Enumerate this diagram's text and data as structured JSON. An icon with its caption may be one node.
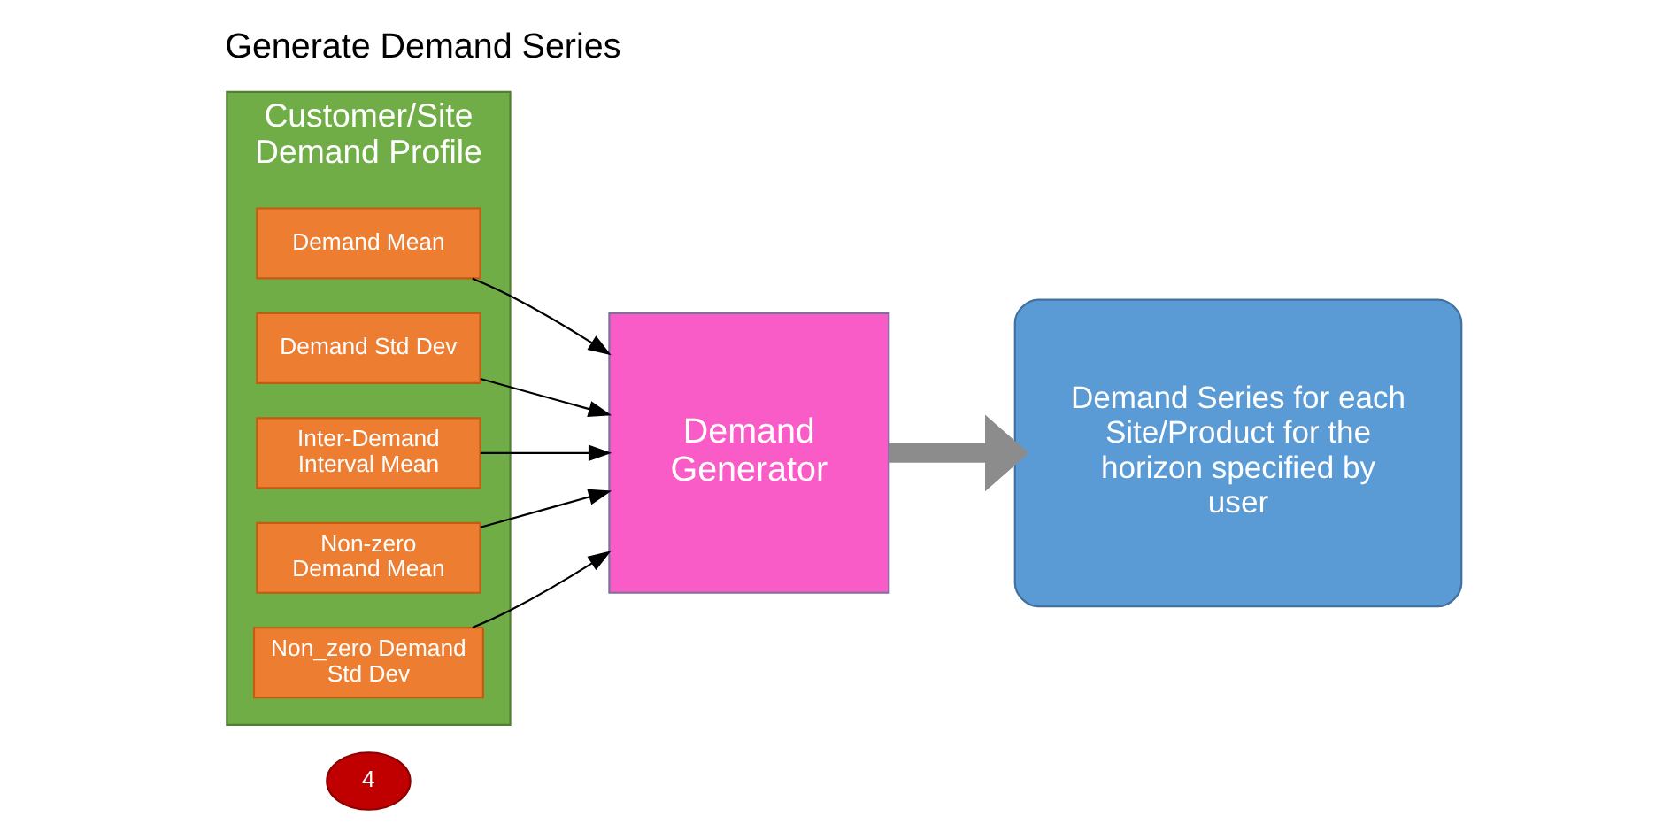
{
  "diagram": {
    "title": "Generate Demand Series",
    "nodes": [
      {
        "text": [
          "4"
        ]
      },
      {
        "text": [
          "Customer/Site Demand Profile"
        ]
      },
      {
        "text": [
          "Demand Mean"
        ],
        "in": 1
      },
      {
        "text": [
          "Demand Std Dev"
        ],
        "in": 1
      },
      {
        "text": [
          "Inter-Demand Interval Mean"
        ],
        "in": 1
      },
      {
        "text": [
          "Non-zero Demand Mean"
        ],
        "in": 1
      },
      {
        "text": [
          "Non_zero Demand Std Dev"
        ],
        "in": 1
      },
      {
        "text": [
          "Demand Generator"
        ]
      },
      {
        "text": [
          "Demand Series for each Site/Product for the horizon specified by user"
        ]
      }
    ],
    "edges": [
      {
        "from": 2,
        "to": 7,
        "arrow": "to"
      },
      {
        "from": 3,
        "to": 7,
        "arrow": "to"
      },
      {
        "from": 4,
        "to": 7,
        "arrow": "to"
      },
      {
        "from": 5,
        "to": 7,
        "arrow": "to"
      },
      {
        "from": 6,
        "to": 7,
        "arrow": "to"
      },
      {
        "from": 7,
        "to": 8,
        "arrow": "to",
        "style": "thick",
        "color": "#8c8c8c"
      }
    ]
  }
}
